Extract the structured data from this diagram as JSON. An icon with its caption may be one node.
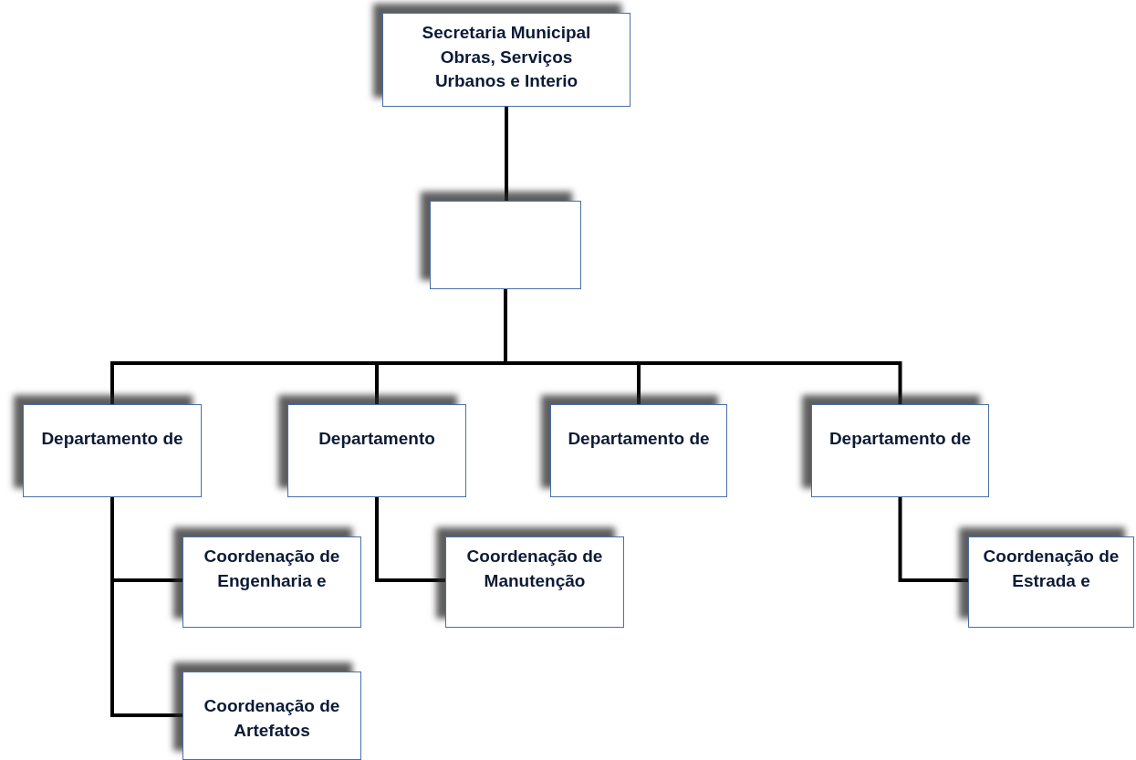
{
  "diagram": {
    "nodes": [
      {
        "text": [
          "Secretaria Municipal Obras, Serviços Urbanos e Interio"
        ]
      },
      {
        "text": [],
        "shape": "box"
      },
      {
        "text": [
          "Departamento de"
        ]
      },
      {
        "text": [
          "Departamento"
        ]
      },
      {
        "text": [
          "Departamento de"
        ]
      },
      {
        "text": [
          "Departamento de"
        ]
      },
      {
        "text": [
          "Coordenação de Engenharia e"
        ]
      },
      {
        "text": [
          "Coordenação de Manutenção"
        ]
      },
      {
        "text": [
          "Coordenação de Estrada e"
        ]
      },
      {
        "text": [
          "Coordenação de Artefatos"
        ]
      }
    ],
    "edges": [
      {
        "from": 0,
        "to": 1,
        "arrow": "none"
      },
      {
        "from": 1,
        "to": 2,
        "arrow": "none"
      },
      {
        "from": 1,
        "to": 3,
        "arrow": "none"
      },
      {
        "from": 1,
        "to": 4,
        "arrow": "none"
      },
      {
        "from": 1,
        "to": 5,
        "arrow": "none"
      },
      {
        "from": 2,
        "to": 6,
        "arrow": "none"
      },
      {
        "from": 2,
        "to": 9,
        "arrow": "none"
      },
      {
        "from": 3,
        "to": 7,
        "arrow": "none"
      },
      {
        "from": 5,
        "to": 8,
        "arrow": "none"
      }
    ]
  }
}
